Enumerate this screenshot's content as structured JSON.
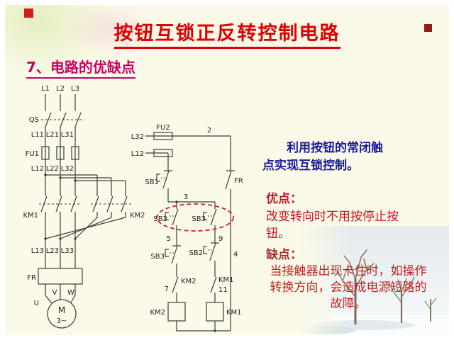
{
  "slide": {
    "title": "按钮互锁正反转控制电路",
    "heading": "7、电路的优缺点"
  },
  "notes": {
    "intro": "利用按钮的常闭触点实现互锁控制。",
    "pros_label": "优点：",
    "pros": "改变转向时不用按停止按 钮。",
    "cons_label": "缺点：",
    "cons": "当接触器出现卡住时，如操作转换方向，会造成电源短路的故障。"
  },
  "circuit": {
    "l1": "L1",
    "l2": "L2",
    "l3": "L3",
    "qs": "QS",
    "l11": "L11",
    "l21": "L21",
    "l31": "L31",
    "fu1": "FU1",
    "l12": "L12",
    "l22": "L22",
    "l32": "L32",
    "km1": "KM1",
    "km2": "KM2",
    "l13": "L13",
    "l23": "L23",
    "l33": "L33",
    "fr": "FR",
    "u": "U",
    "v": "V",
    "w": "W",
    "m": "M",
    "m3": "3~",
    "fu2": "FU2",
    "c_l32": "L32",
    "c_l12": "L12",
    "n2": "2",
    "n3": "3",
    "n4": "4",
    "n5": "5",
    "n7": "7",
    "n9": "9",
    "n11": "11",
    "sb1": "SB1",
    "c_fr": "FR",
    "sb2_no": "SB2",
    "sb3_no": "SB3",
    "sb3_nc": "SB3",
    "sb2_nc": "SB2",
    "km2_aux": "KM2",
    "km1_aux": "KM1",
    "km2_coil": "KM2",
    "km1_coil": "KM1"
  },
  "colors": {
    "title": "#e00000",
    "heading": "#cc0066",
    "note_blue": "#1a1a9c",
    "note_red": "#cc1122",
    "cons_red": "#b03030",
    "highlight": "#cc2020"
  }
}
